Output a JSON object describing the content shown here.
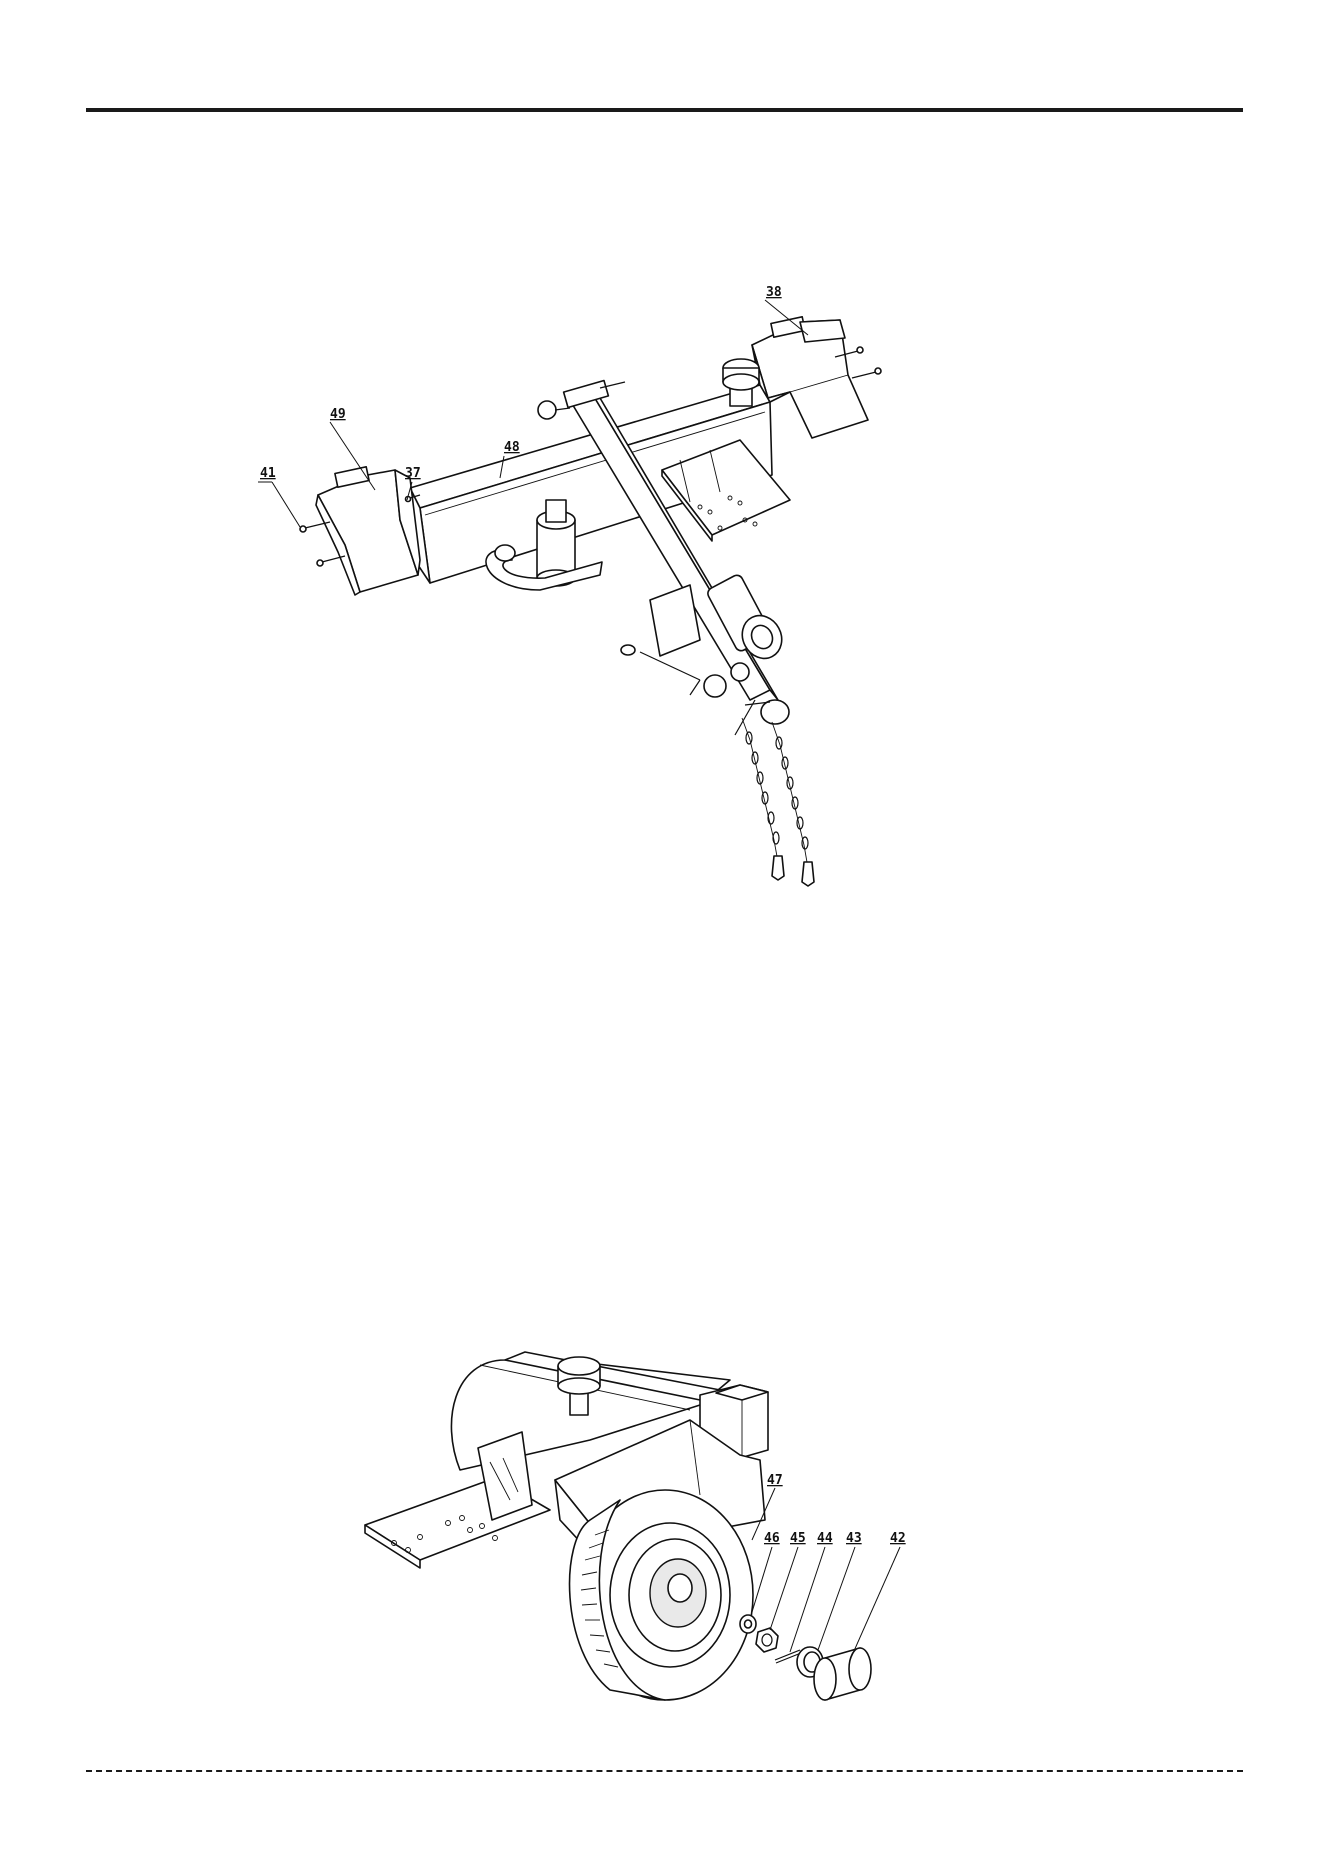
{
  "figure_top": {
    "callouts": [
      {
        "id": "c38",
        "label": "38"
      },
      {
        "id": "c49",
        "label": "49"
      },
      {
        "id": "c41",
        "label": "41"
      },
      {
        "id": "c37",
        "label": "37"
      },
      {
        "id": "c48",
        "label": "48"
      }
    ]
  },
  "figure_bottom": {
    "callouts": [
      {
        "id": "c47",
        "label": "47"
      },
      {
        "id": "c46",
        "label": "46"
      },
      {
        "id": "c45",
        "label": "45"
      },
      {
        "id": "c44",
        "label": "44"
      },
      {
        "id": "c43",
        "label": "43"
      },
      {
        "id": "c42",
        "label": "42"
      }
    ]
  }
}
